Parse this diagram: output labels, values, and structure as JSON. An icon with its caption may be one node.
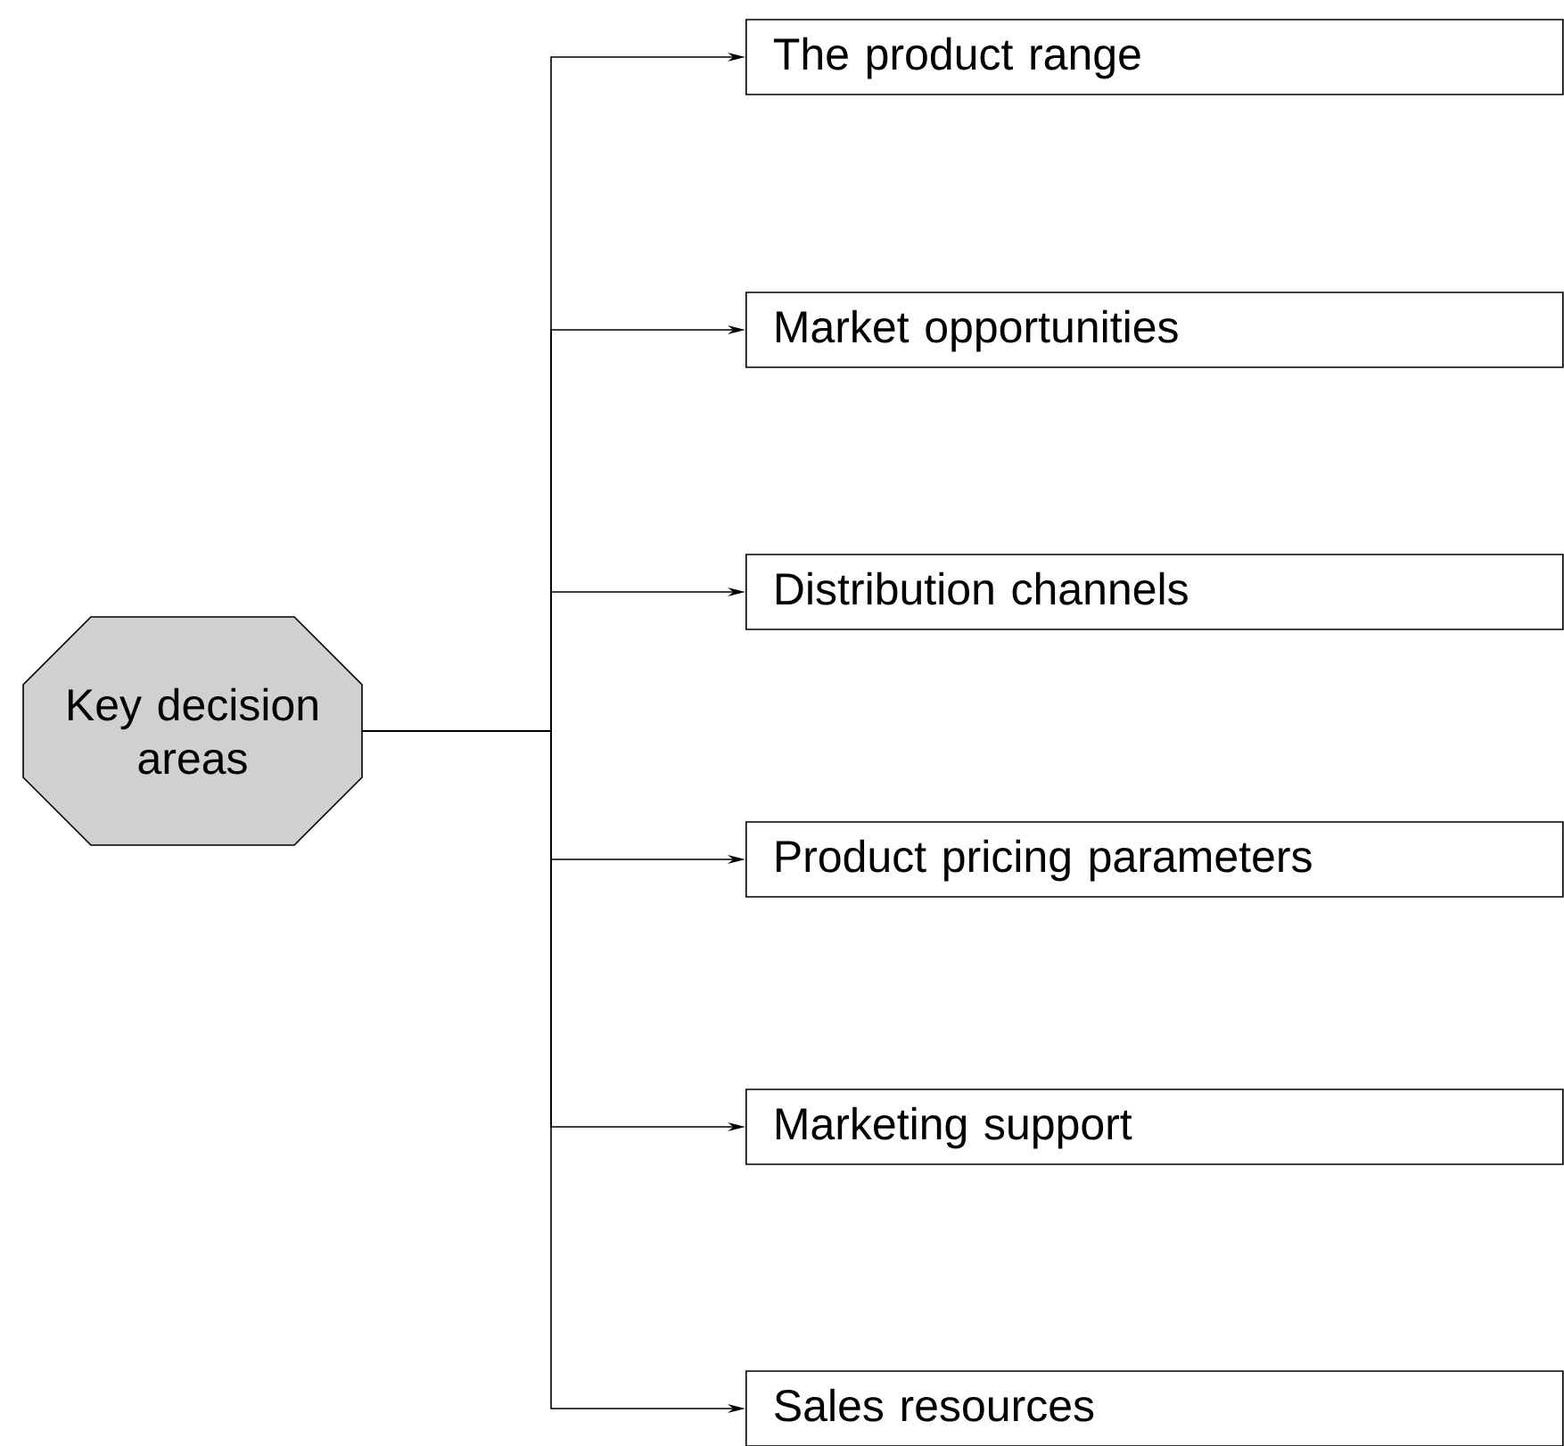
{
  "diagram": {
    "nodes": [
      {
        "text": [
          "Key decision areas"
        ]
      },
      {
        "text": [
          "The product range"
        ]
      },
      {
        "text": [
          "Market opportunities"
        ]
      },
      {
        "text": [
          "Distribution channels"
        ]
      },
      {
        "text": [
          "Product pricing parameters"
        ]
      },
      {
        "text": [
          "Marketing support"
        ]
      },
      {
        "text": [
          "Sales resources"
        ]
      }
    ],
    "edges": [
      {
        "from": 0,
        "to": 1,
        "arrow": "to"
      },
      {
        "from": 0,
        "to": 2,
        "arrow": "to"
      },
      {
        "from": 0,
        "to": 3,
        "arrow": "to"
      },
      {
        "from": 0,
        "to": 4,
        "arrow": "to"
      },
      {
        "from": 0,
        "to": 5,
        "arrow": "to"
      },
      {
        "from": 0,
        "to": 6,
        "arrow": "to"
      }
    ]
  }
}
